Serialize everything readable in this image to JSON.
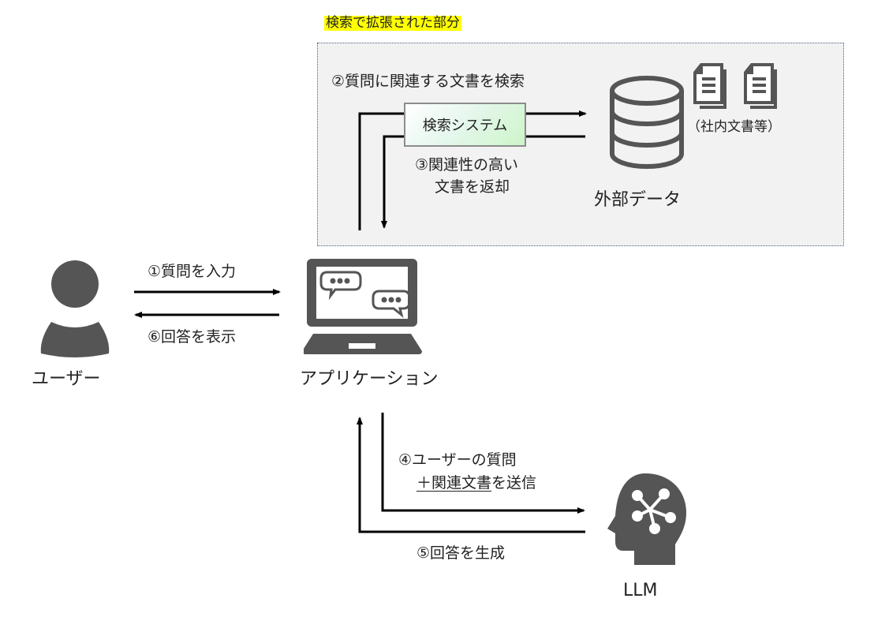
{
  "title": "検索で拡張された部分",
  "colors": {
    "highlight": "#ffff00",
    "box_background": "#f2f2f2",
    "box_border": "#4a6080",
    "icon_gray": "#555555",
    "arrow": "#000000",
    "search_system_fill": "#cdf5c8"
  },
  "nodes": {
    "user": {
      "label": "ユーザー",
      "icon": "user-icon"
    },
    "application": {
      "label": "アプリケーション",
      "icon": "laptop-chat-icon"
    },
    "search_system": {
      "label": "検索システム"
    },
    "external_data": {
      "label": "外部データ",
      "icon": "database-icon"
    },
    "documents": {
      "label": "（社内文書等）",
      "icon": "document-icon"
    },
    "llm": {
      "label": "LLM",
      "icon": "brain-network-head-icon"
    }
  },
  "steps": {
    "s1": "①質問を入力",
    "s2": "②質問に関連する文書を検索",
    "s3_line1": "③関連性の高い",
    "s3_line2": "文書を返却",
    "s4_line1": "④ユーザーの質問",
    "s4_line2_underlined": "＋関連文書",
    "s4_line2_rest": "を送信",
    "s5": "⑤回答を生成",
    "s6": "⑥回答を表示"
  }
}
